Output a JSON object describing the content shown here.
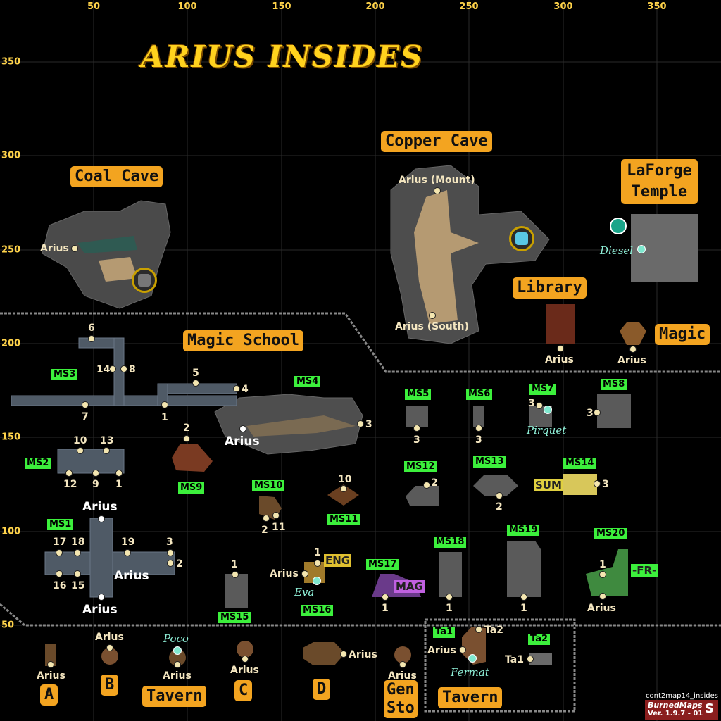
{
  "title": "ARIUS INSIDES",
  "axis": {
    "x_ticks": [
      "50",
      "100",
      "150",
      "200",
      "250",
      "300",
      "350"
    ],
    "y_ticks": [
      "350",
      "300",
      "250",
      "200",
      "150",
      "100",
      "50"
    ]
  },
  "regions": {
    "coal_cave": "Coal Cave",
    "copper_cave": "Copper Cave",
    "laforge_line1": "LaForge",
    "laforge_line2": "Temple",
    "library": "Library",
    "magic": "Magic",
    "magic_school": "Magic School",
    "a": "A",
    "b": "B",
    "tavern_left": "Tavern",
    "c": "C",
    "d": "D",
    "gen": "Gen",
    "sto": "Sto",
    "tavern_right": "Tavern"
  },
  "ms_labels": [
    "MS1",
    "MS2",
    "MS3",
    "MS4",
    "MS5",
    "MS6",
    "MS7",
    "MS8",
    "MS9",
    "MS10",
    "MS11",
    "MS12",
    "MS13",
    "MS14",
    "MS15",
    "MS16",
    "MS17",
    "MS18",
    "MS19",
    "MS20"
  ],
  "tavern_tags": {
    "ta1": "Ta1",
    "ta2_box": "Ta2"
  },
  "labels": {
    "arius": "Arius",
    "arius_mount": "Arius (Mount)",
    "arius_south": "Arius (South)",
    "n1": "1",
    "n2": "2",
    "n3": "3",
    "n4": "4",
    "n5": "5",
    "n6": "6",
    "n7": "7",
    "n8": "8",
    "n9": "9",
    "n10": "10",
    "n11": "11",
    "n12": "12",
    "n13": "13",
    "n14": "14",
    "n15": "15",
    "n16": "16",
    "n17": "17",
    "n18": "18",
    "n19": "19",
    "ta1": "Ta1",
    "ta2": "Ta2"
  },
  "npcs": {
    "diesel": "Diesel",
    "pirquet": "Pirquet",
    "eva": "Eva",
    "poco": "Poco",
    "fermat": "Fermat"
  },
  "shop_tags": {
    "eng": "ENG",
    "mag": "MAG",
    "sum": "SUM",
    "fr": "-FR-"
  },
  "footer": {
    "map_name": "cont2map14_insides",
    "brand": "BurnedMaps",
    "version": "Ver. 1.9.7 - 01",
    "s": "S"
  },
  "colors": {
    "region_bg": "#f3a420",
    "ms_bg": "#3cf03c",
    "title": "#ffd21e",
    "axis": "#ffd34a"
  }
}
